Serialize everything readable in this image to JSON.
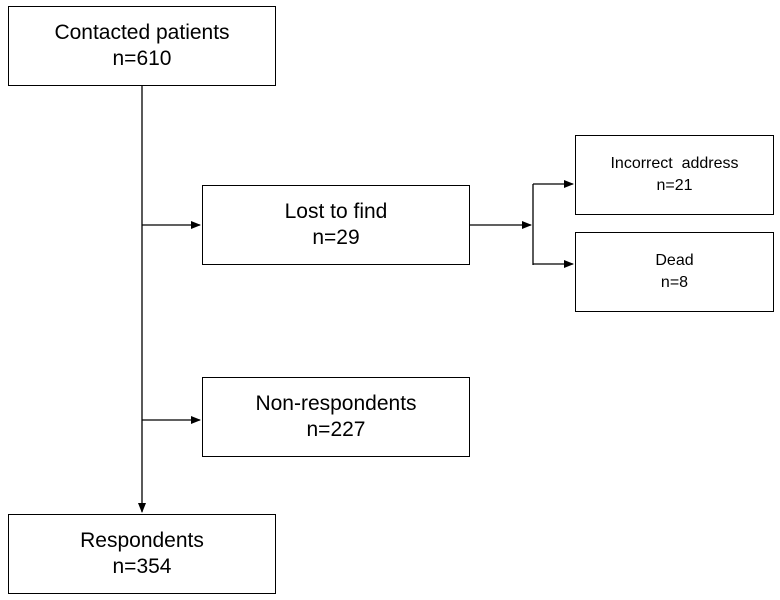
{
  "nodes": {
    "contacted": {
      "title": "Contacted patients",
      "count": "n=610"
    },
    "lost": {
      "title": "Lost to find",
      "count": "n=29"
    },
    "incorrect": {
      "title": "Incorrect  address",
      "count": "n=21"
    },
    "dead": {
      "title": "Dead",
      "count": "n=8"
    },
    "nonresp": {
      "title": "Non-respondents",
      "count": "n=227"
    },
    "respondents": {
      "title": "Respondents",
      "count": "n=354"
    }
  },
  "colors": {
    "line": "#000000",
    "box_border": "#000000",
    "background": "#ffffff"
  }
}
